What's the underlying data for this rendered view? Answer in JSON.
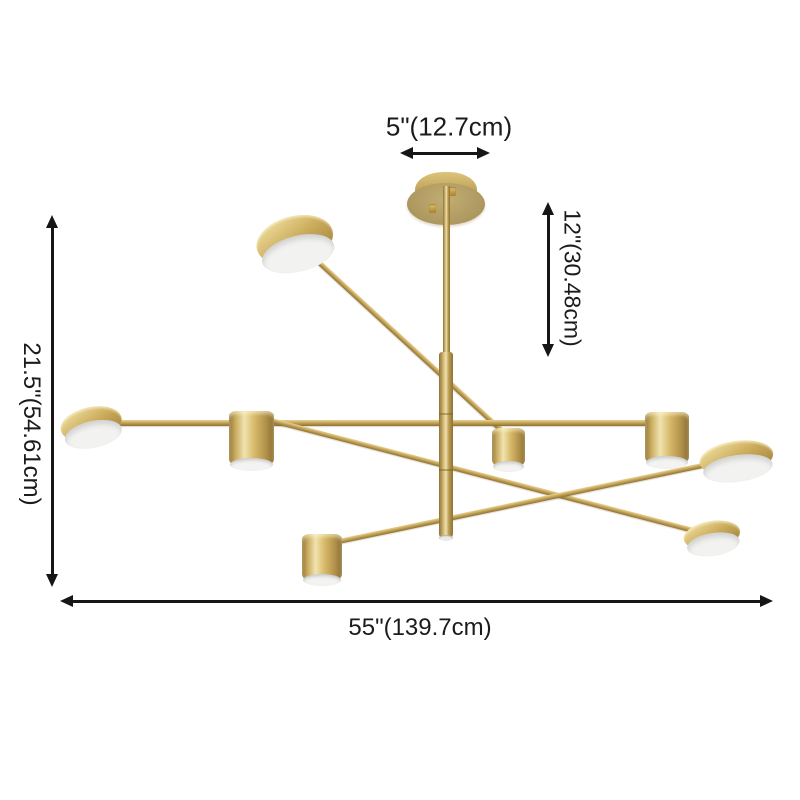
{
  "diagram": {
    "name": "modern-gold-sputnik-chandelier-dimension-diagram",
    "background": "#ffffff",
    "annotation_color": "#161616",
    "gold_color": "#c5a65a",
    "gold_highlight": "#efe0ac",
    "gold_shadow": "#8e7134",
    "diffuser_color": "#f3f3f1",
    "lamp_head_count": 8,
    "arm_count": 4
  },
  "dimensions": {
    "canopy_width": {
      "label": "5\"(12.7cm)",
      "orientation": "horizontal"
    },
    "drop_height": {
      "label": "12\"(30.48cm)",
      "orientation": "vertical"
    },
    "fixture_height": {
      "label": "21.5\"(54.61cm)",
      "orientation": "vertical"
    },
    "fixture_width": {
      "label": "55\"(139.7cm)",
      "orientation": "horizontal"
    }
  }
}
